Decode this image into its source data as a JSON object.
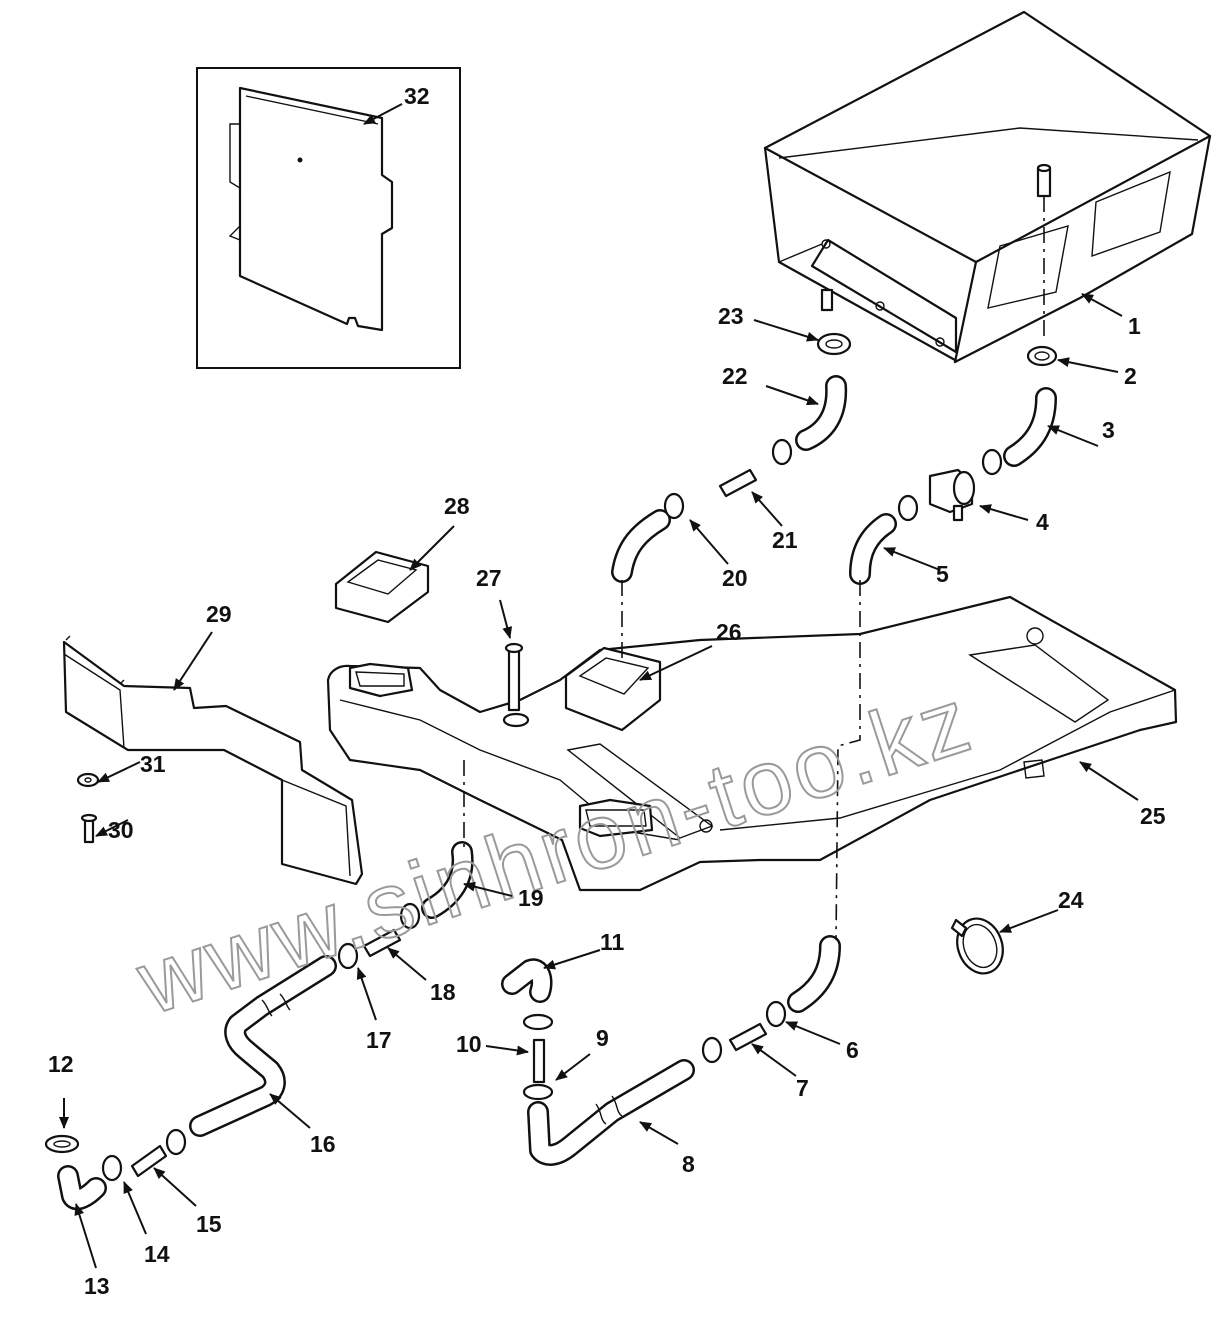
{
  "callouts": [
    {
      "num": "1"
    },
    {
      "num": "2"
    },
    {
      "num": "3"
    },
    {
      "num": "4"
    },
    {
      "num": "5"
    },
    {
      "num": "6"
    },
    {
      "num": "7"
    },
    {
      "num": "8"
    },
    {
      "num": "9"
    },
    {
      "num": "10"
    },
    {
      "num": "11"
    },
    {
      "num": "12"
    },
    {
      "num": "13"
    },
    {
      "num": "14"
    },
    {
      "num": "15"
    },
    {
      "num": "16"
    },
    {
      "num": "17"
    },
    {
      "num": "18"
    },
    {
      "num": "19"
    },
    {
      "num": "20"
    },
    {
      "num": "21"
    },
    {
      "num": "22"
    },
    {
      "num": "23"
    },
    {
      "num": "24"
    },
    {
      "num": "25"
    },
    {
      "num": "26"
    },
    {
      "num": "27"
    },
    {
      "num": "28"
    },
    {
      "num": "29"
    },
    {
      "num": "30"
    },
    {
      "num": "31"
    },
    {
      "num": "32"
    }
  ],
  "watermark": "www.sinhron-too.kz",
  "colors": {
    "line": "#111111",
    "background": "#ffffff",
    "watermark": "#9a9a9a"
  }
}
